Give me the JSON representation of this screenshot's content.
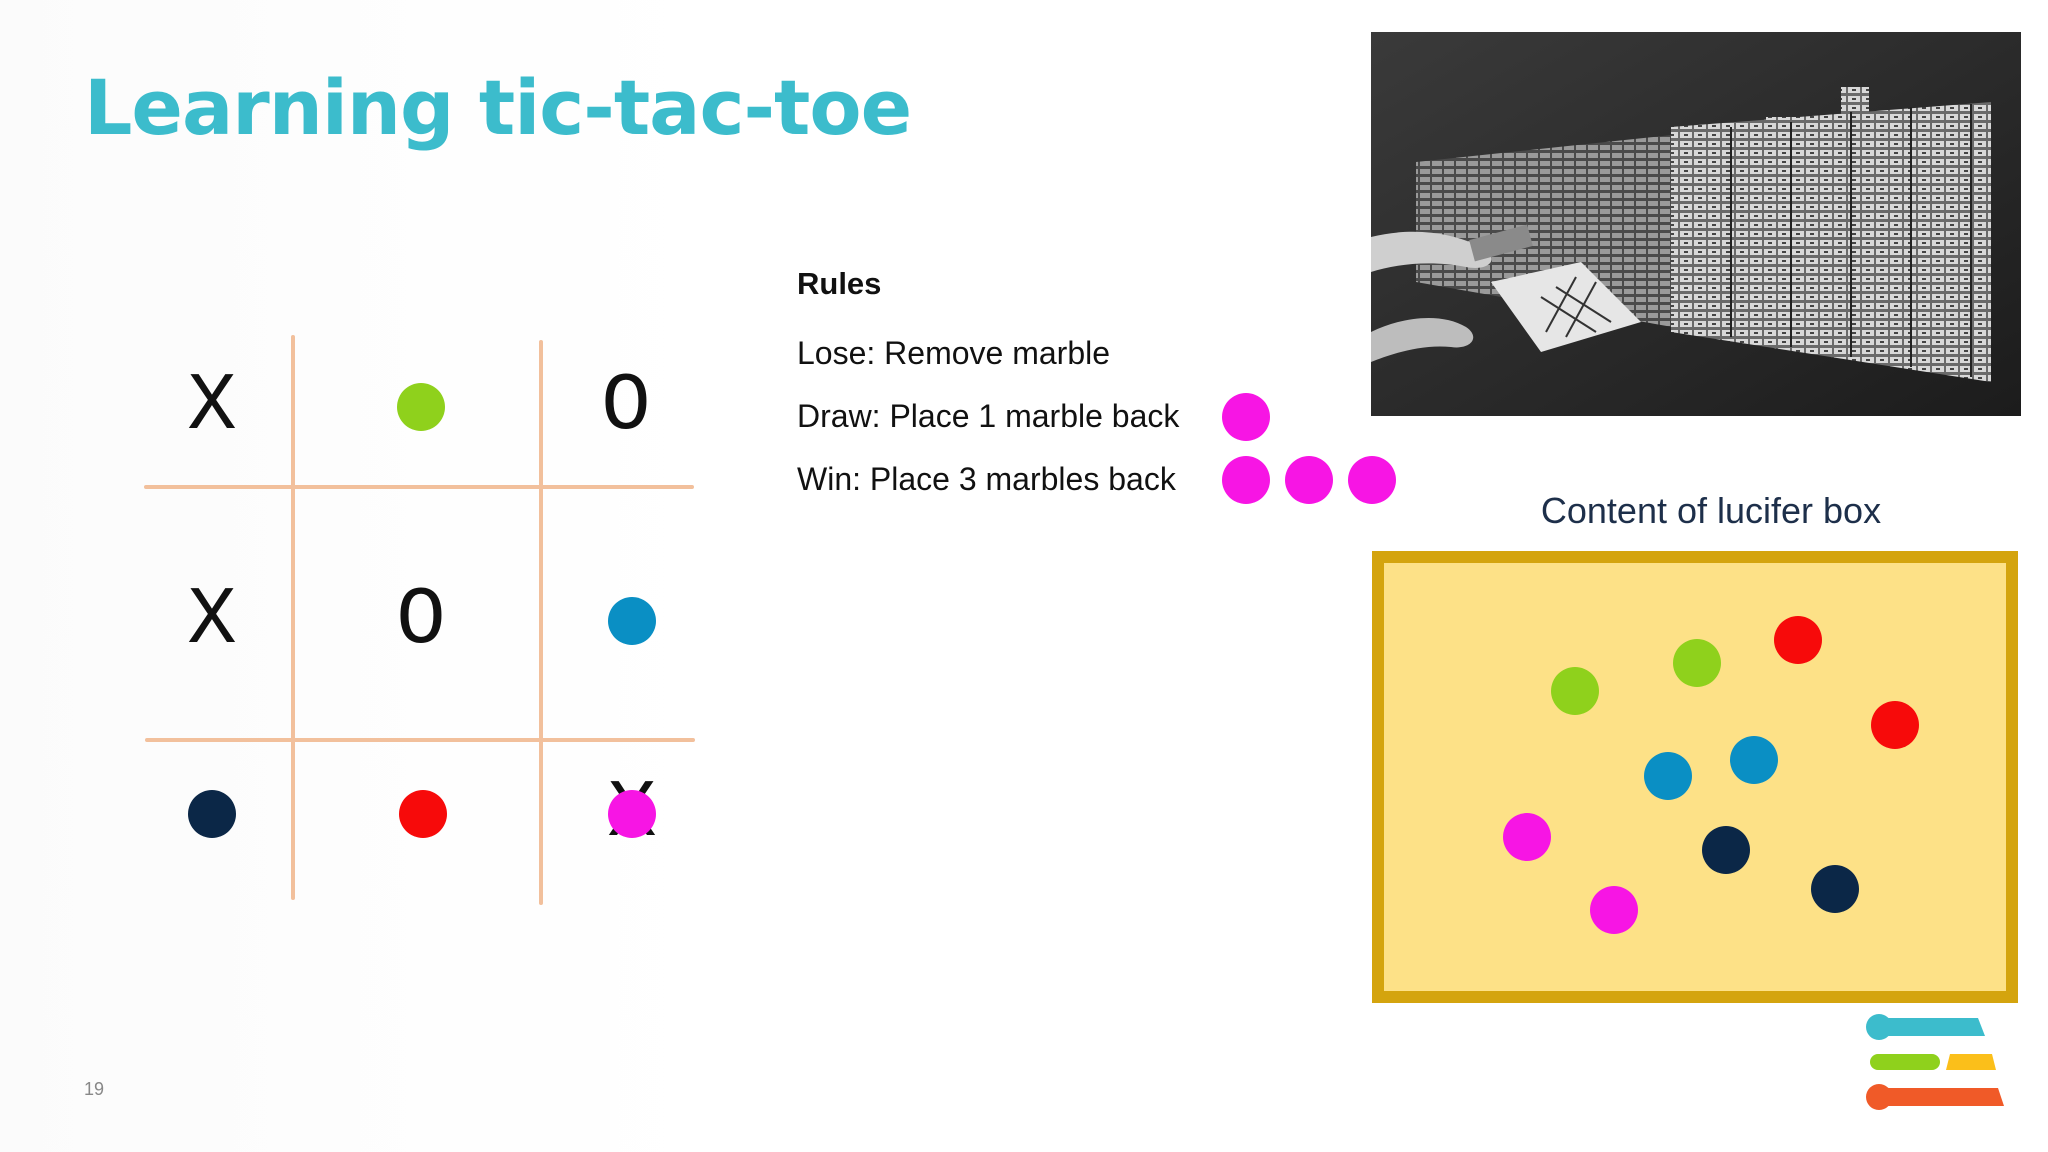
{
  "title": "Learning tic-tac-toe",
  "colors": {
    "title": "#3cbccc",
    "green": "#8fd11c",
    "red": "#f70a0a",
    "blue": "#0a8fc4",
    "navy": "#0b2747",
    "magenta": "#f715e4",
    "box_fill": "#fde187",
    "box_border": "#d4a40e",
    "grid_line": "#f2c09c"
  },
  "board": {
    "cells": [
      {
        "row": 1,
        "col": 1,
        "content": "X"
      },
      {
        "row": 1,
        "col": 2,
        "content": "green-marble"
      },
      {
        "row": 1,
        "col": 3,
        "content": "O"
      },
      {
        "row": 2,
        "col": 1,
        "content": "X"
      },
      {
        "row": 2,
        "col": 2,
        "content": "O"
      },
      {
        "row": 2,
        "col": 3,
        "content": "blue-marble"
      },
      {
        "row": 3,
        "col": 1,
        "content": "navy-marble"
      },
      {
        "row": 3,
        "col": 2,
        "content": "red-marble"
      },
      {
        "row": 3,
        "col": 3,
        "content": "X with magenta-marble"
      }
    ],
    "x_mark": "X",
    "o_mark": "O"
  },
  "rules": {
    "heading": "Rules",
    "items": [
      {
        "text": "Lose: Remove marble",
        "marbles": 0
      },
      {
        "text": "Draw: Place 1 marble back",
        "marbles": 1
      },
      {
        "text": "Win: Place 3 marbles back",
        "marbles": 3
      }
    ]
  },
  "photo": {
    "icon": "menace-matchbox-machine-photo"
  },
  "box": {
    "caption": "Content of lucifer box",
    "marbles": [
      "green",
      "green",
      "red",
      "red",
      "blue",
      "blue",
      "magenta",
      "magenta",
      "navy",
      "navy"
    ]
  },
  "footer": {
    "page_number": "19",
    "logo_icon": "stacked-bars-logo"
  }
}
